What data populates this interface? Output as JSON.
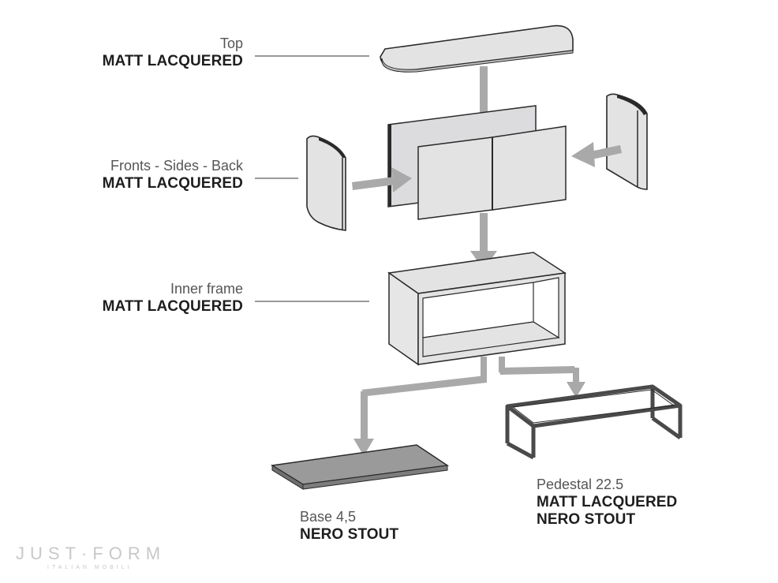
{
  "labels": {
    "top": {
      "name": "Top",
      "finish": "MATT LACQUERED"
    },
    "fronts": {
      "name": "Fronts - Sides - Back",
      "finish": "MATT LACQUERED"
    },
    "inner": {
      "name": "Inner frame",
      "finish": "MATT LACQUERED"
    },
    "base": {
      "name": "Base 4,5",
      "finish": "NERO STOUT"
    },
    "pedestal": {
      "name": "Pedestal 22.5",
      "finish1": "MATT LACQUERED",
      "finish2": "NERO STOUT"
    }
  },
  "logo": {
    "main": "JUST·FORM",
    "sub": "ITALIAN MOBILI"
  },
  "colors": {
    "panel": "#e3e3e4",
    "panel_dark": "#c8c8ca",
    "outline": "#2a2a2a",
    "arrow": "#a9a9a9",
    "base": "#9a9a9a",
    "pedestal": "#4a4a4a"
  }
}
